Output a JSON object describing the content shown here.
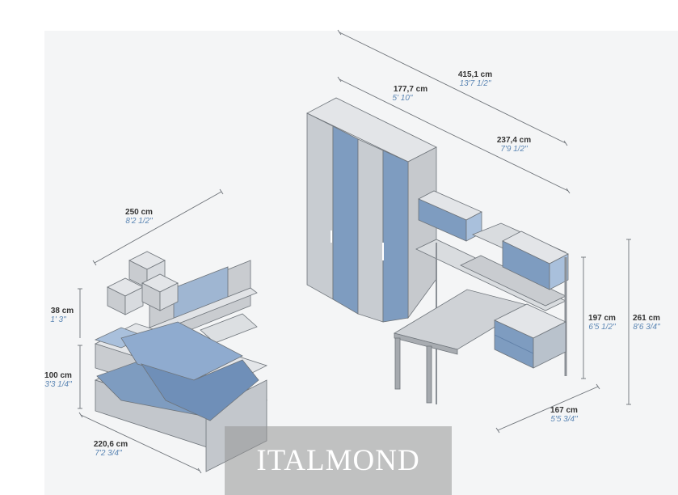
{
  "dimensions": {
    "total_width": {
      "metric": "415,1 cm",
      "imperial": "13'7 1/2\""
    },
    "wardrobe_width": {
      "metric": "177,7 cm",
      "imperial": "5' 10\""
    },
    "desk_wall_width": {
      "metric": "237,4 cm",
      "imperial": "7'9 1/2\""
    },
    "bed_wall_width": {
      "metric": "250 cm",
      "imperial": "8'2 1/2\""
    },
    "cube_height": {
      "metric": "38 cm",
      "imperial": "1' 3\""
    },
    "bed_height": {
      "metric": "100 cm",
      "imperial": "3'3 1/4\""
    },
    "bed_length": {
      "metric": "220,6 cm",
      "imperial": "7'2 3/4\""
    },
    "shelf_height": {
      "metric": "197 cm",
      "imperial": "6'5 1/2\""
    },
    "total_height": {
      "metric": "261 cm",
      "imperial": "8'6 3/4\""
    },
    "desk_depth": {
      "metric": "167 cm",
      "imperial": "5'5 3/4\""
    }
  },
  "watermark": "ITALMOND",
  "colors": {
    "blue_panel": "#7e9cc0",
    "blue_light": "#a9c0dc",
    "grey_panel": "#c9ccd0",
    "grey_dark": "#9a9ea4",
    "grey_light": "#e1e3e6",
    "line": "#555a60"
  }
}
